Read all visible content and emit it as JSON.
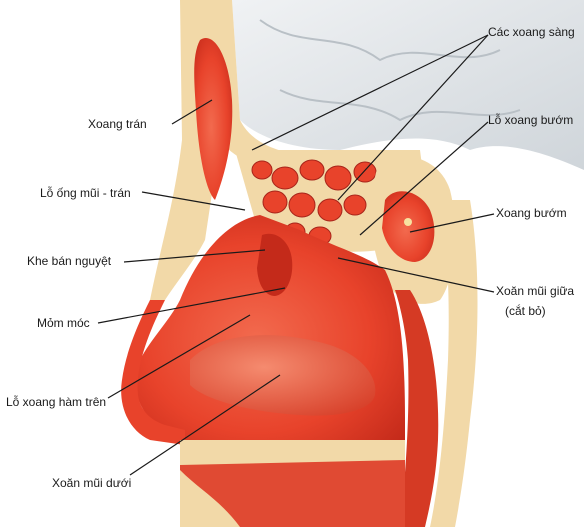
{
  "labels": {
    "frontal_sinus": "Xoang trán",
    "frontonasal_duct": "Lỗ ống mũi - trán",
    "semilunar_hiatus": "Khe bán nguyệt",
    "uncinate_process": "Mỏm móc",
    "maxillary_ostium": "Lỗ xoang hàm trên",
    "inferior_turbinate": "Xoăn mũi dưới",
    "ethmoid_sinuses": "Các xoang sàng",
    "sphenoid_ostium": "Lỗ xoang bướm",
    "sphenoid_sinus": "Xoang bướm",
    "middle_turbinate_line1": "Xoăn mũi giữa",
    "middle_turbinate_line2": "(cắt bỏ)"
  },
  "colors": {
    "mucosa_red": "#e8432b",
    "mucosa_dark": "#c42a1a",
    "bone_cream": "#f2d9a8",
    "brain_gray": "#dfe3e6",
    "leader": "#1a1a1a"
  }
}
